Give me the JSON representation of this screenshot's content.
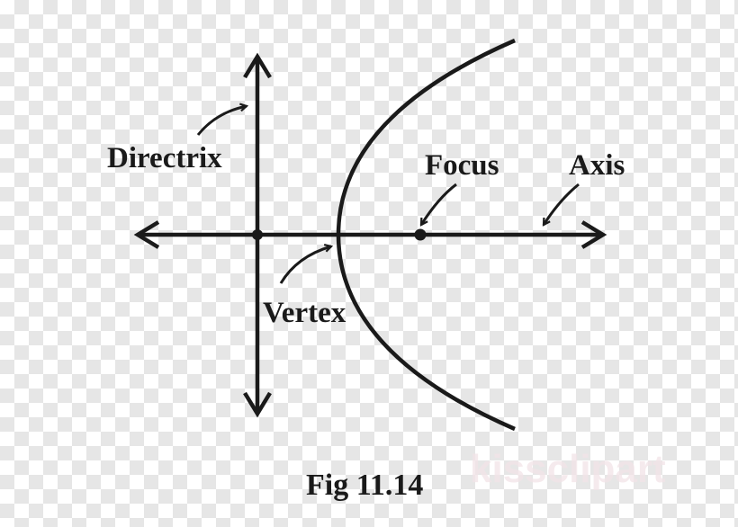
{
  "diagram": {
    "labels": {
      "directrix": "Directrix",
      "focus": "Focus",
      "axis": "Axis",
      "vertex": "Vertex"
    },
    "caption": "Fig 11.14",
    "watermark": "kissclipart"
  },
  "colors": {
    "stroke": "#1a1a1a",
    "checker": "#e6e6e6",
    "watermark": "#f2e4e8"
  }
}
